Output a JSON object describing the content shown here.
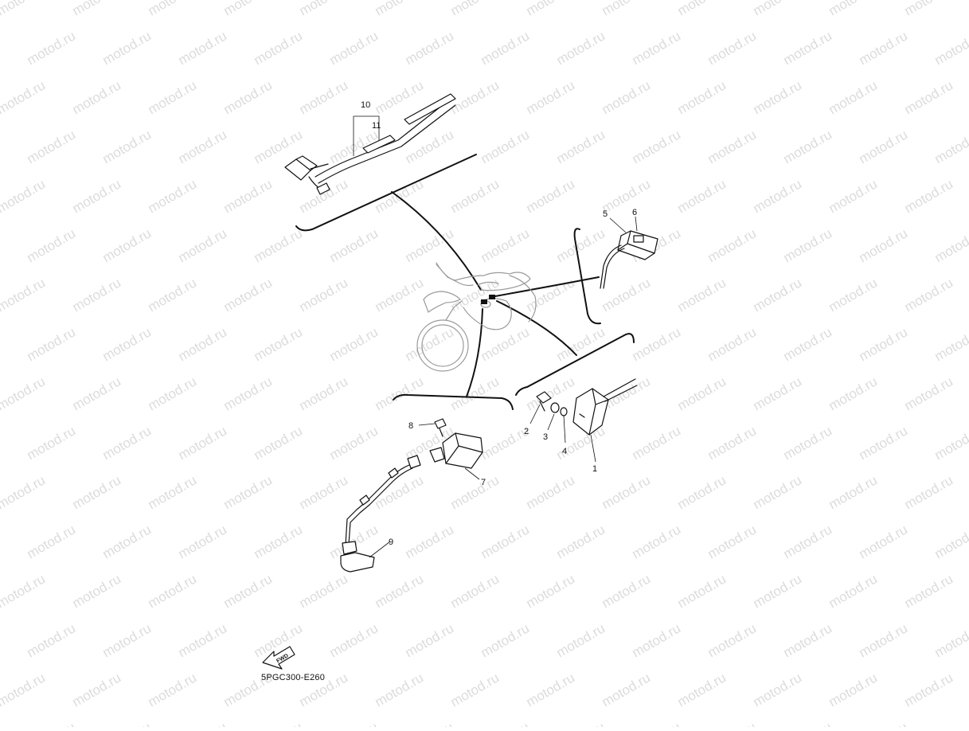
{
  "diagram": {
    "code": "5PGC300-E260",
    "fwd_label": "FWD",
    "callouts": [
      {
        "id": "c1",
        "label": "1"
      },
      {
        "id": "c2",
        "label": "2"
      },
      {
        "id": "c3",
        "label": "3"
      },
      {
        "id": "c4",
        "label": "4"
      },
      {
        "id": "c5",
        "label": "5"
      },
      {
        "id": "c6",
        "label": "6"
      },
      {
        "id": "c7",
        "label": "7"
      },
      {
        "id": "c8",
        "label": "8"
      },
      {
        "id": "c9",
        "label": "9"
      },
      {
        "id": "c10",
        "label": "10"
      },
      {
        "id": "c11",
        "label": "11"
      }
    ]
  },
  "watermark": {
    "text": "motod.ru",
    "color": "#dcdcdc"
  },
  "colors": {
    "line": "#111111",
    "background": "#ffffff",
    "motorcycle_outline": "#9a9a9a"
  }
}
